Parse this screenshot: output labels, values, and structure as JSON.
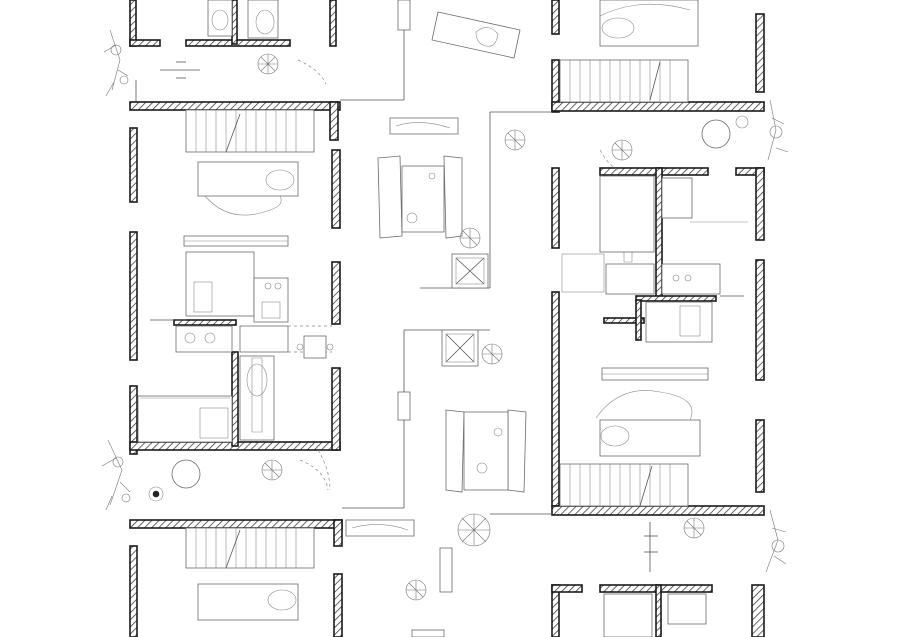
{
  "drawing": {
    "type": "architectural floor plan",
    "colors": {
      "wall_outline": "#1a1a1a",
      "wall_hatch": "#333333",
      "furniture_line": "#6a6a6a",
      "background": "#ffffff"
    },
    "units": [
      {
        "id": "unit-left-top",
        "rooms": [
          "bedroom",
          "bathroom"
        ]
      },
      {
        "id": "unit-left-middle",
        "rooms": [
          "staircase",
          "bedroom",
          "kitchen",
          "bathroom",
          "bedroom"
        ]
      },
      {
        "id": "unit-left-bottom",
        "rooms": [
          "staircase",
          "bedroom"
        ]
      },
      {
        "id": "unit-right-top",
        "rooms": [
          "bedroom",
          "staircase"
        ]
      },
      {
        "id": "unit-right-middle",
        "rooms": [
          "bedroom",
          "bathroom",
          "kitchen",
          "bathroom",
          "bedroom",
          "staircase"
        ]
      },
      {
        "id": "unit-right-bottom",
        "rooms": [
          "bathroom",
          "bedroom"
        ]
      }
    ],
    "icons": [
      "tree-icon",
      "shrub-icon",
      "bench-icon",
      "table-icon",
      "bed-icon",
      "sofa-icon",
      "staircase-icon",
      "shaft-icon",
      "human-figure-icon",
      "bicycle-icon"
    ]
  }
}
